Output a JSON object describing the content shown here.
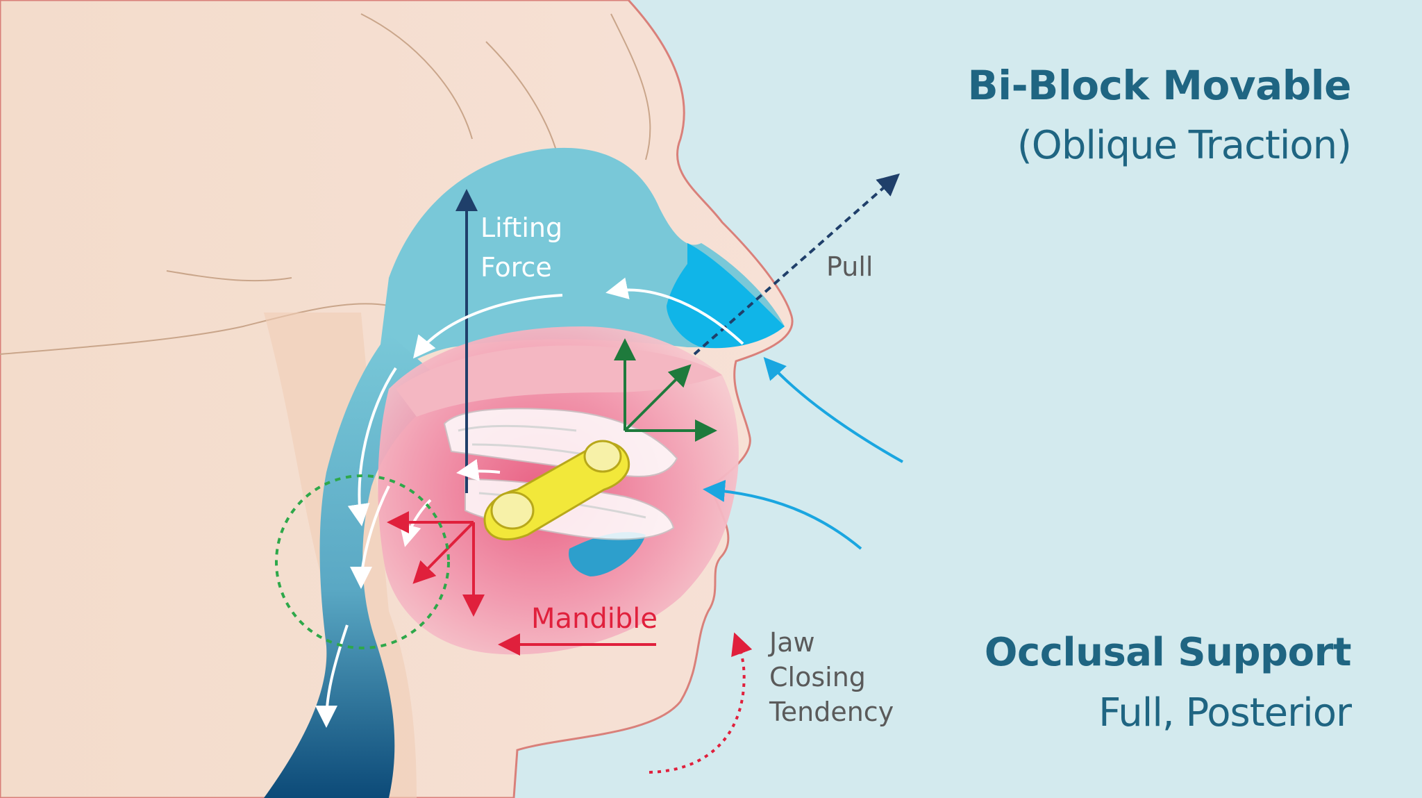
{
  "title": {
    "appliance": "Bi-Block Movable",
    "traction": "(Oblique Traction)"
  },
  "support": {
    "label": "Occlusal Support",
    "value": "Full, Posterior"
  },
  "annotations": {
    "lifting_force_line1": "Lifting",
    "lifting_force_line2": "Force",
    "pull": "Pull",
    "mandible": "Mandible",
    "jaw_line1": "Jaw",
    "jaw_line2": "Closing",
    "jaw_line3": "Tendency"
  },
  "colors": {
    "background": "#d3eaee",
    "skin": "#f3dccb",
    "airway_light": "#79c8d8",
    "airway_dark": "#0c4a78",
    "nasal_bright": "#10b5e8",
    "mandible_pink": "#ef8aa2",
    "appliance_yellow": "#f2e83a",
    "title_blue": "#1f6582",
    "force_red": "#e0203c",
    "force_green": "#1e7a3c",
    "pull_navy": "#1f3f6a"
  },
  "icons": [
    "lifting-force-arrow",
    "pull-arrow",
    "mandible-arrow",
    "jaw-closing-arrow",
    "airflow-arrows",
    "force-vectors",
    "appliance-connector"
  ]
}
